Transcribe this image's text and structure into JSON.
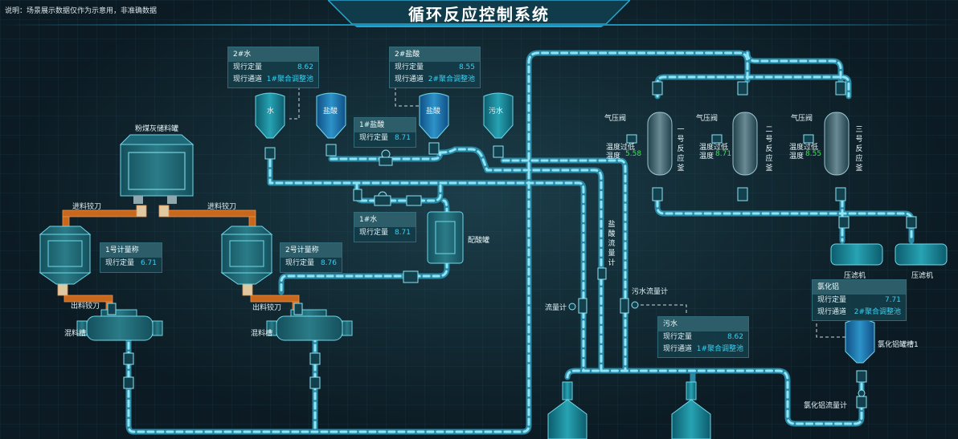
{
  "note": "说明：场景展示数据仅作为示意用，非准确数据",
  "title": "循环反应控制系统",
  "labels": {
    "silo": "粉煤灰储料罐",
    "feed_left": "进料铰刀",
    "feed_right": "进料铰刀",
    "out_left": "出料铰刀",
    "out_right": "出料铰刀",
    "mixer_left": "混料槽",
    "mixer_right": "混料槽",
    "acid_tank": "配酸罐",
    "tank_water": "水",
    "tank_hcl1": "盐酸",
    "tank_hcl2": "盐酸",
    "tank_waste": "污水",
    "filter1": "压滤机",
    "filter2": "压滤机",
    "flowmeter": "流量计",
    "waste_flowmeter": "污水流量计",
    "hcl_flowmeter": "盐酸流量计",
    "alcl_tank": "氯化铝罐槽1",
    "alcl_flowmeter": "氯化铝流量计",
    "reactor1": "一号反应釜",
    "reactor2": "二号反应釜",
    "reactor3": "三号反应釜"
  },
  "reactors": [
    {
      "valve": "气压阀",
      "status": "温度过低",
      "temp_label": "温度",
      "temp": "5.58"
    },
    {
      "valve": "气压阀",
      "status": "温度过低",
      "temp_label": "温度",
      "temp": "8.71"
    },
    {
      "valve": "气压阀",
      "status": "温度过低",
      "temp_label": "温度",
      "temp": "8.55"
    }
  ],
  "panels": {
    "water2": {
      "title": "2#水",
      "r1k": "现行定量",
      "r1v": "8.62",
      "r2k": "现行通道",
      "r2v": "1#聚合调整池"
    },
    "hcl2": {
      "title": "2#盐酸",
      "r1k": "现行定量",
      "r1v": "8.55",
      "r2k": "现行通道",
      "r2v": "2#聚合调整池"
    },
    "hcl1": {
      "title": "1#盐酸",
      "r1k": "现行定量",
      "r1v": "8.71"
    },
    "water1": {
      "title": "1#水",
      "r1k": "现行定量",
      "r1v": "8.71"
    },
    "scale1": {
      "title": "1号计量称",
      "r1k": "现行定量",
      "r1v": "6.71"
    },
    "scale2": {
      "title": "2号计量称",
      "r1k": "现行定量",
      "r1v": "8.76"
    },
    "waste": {
      "title": "污水",
      "r1k": "现行定量",
      "r1v": "8.62",
      "r2k": "现行通道",
      "r2v": "1#聚合调整池"
    },
    "alcl": {
      "title": "氯化铝",
      "r1k": "现行定量",
      "r1v": "7.71",
      "r2k": "现行通道",
      "r2v": "2#聚合调整池"
    }
  },
  "colors": {
    "pipe": "#7ad6ea",
    "pipe_dark": "#2a8aa5",
    "accent": "#39d0f0",
    "warn_green": "#3ee05a",
    "conveyor": "#c9671c"
  }
}
